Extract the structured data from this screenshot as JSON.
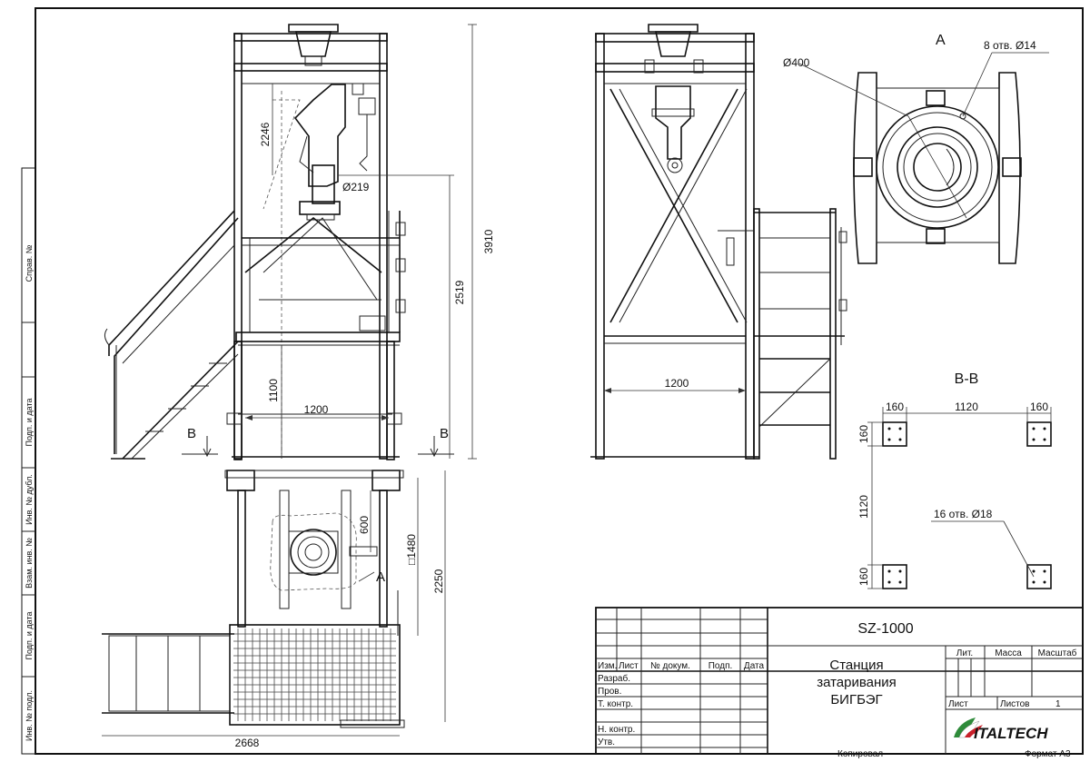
{
  "side_stamp": {
    "sprav": "Справ. №",
    "podp_data_1": "Подп. и дата",
    "inv_dubl": "Инв. № дубл.",
    "vzam_inv": "Взам. инв. №",
    "podp_data_2": "Подп. и дата",
    "inv_podl": "Инв. № подл."
  },
  "front_view": {
    "dim_height_total": "3910",
    "dim_height_upper": "2246",
    "dim_height_platform": "2519",
    "dim_height_lower": "1100",
    "dim_width": "1200",
    "dim_diameter": "Ø219",
    "section_mark_left": "B",
    "section_mark_right": "B"
  },
  "side_view": {
    "dim_width": "1200"
  },
  "detail_a": {
    "label": "A",
    "dim_diameter": "Ø400",
    "holes_note": "8 отв. Ø14"
  },
  "plan_view": {
    "dim_width": "2668",
    "dim_depth": "2250",
    "dim_square": "□1480",
    "dim_offset": "600",
    "detail_ref": "A"
  },
  "section_bb": {
    "title": "B-B",
    "dim_left": "160",
    "dim_middle": "1120",
    "dim_right": "160",
    "dim_v_top": "160",
    "dim_v_middle": "1120",
    "dim_v_bottom": "160",
    "holes_note": "16 отв. Ø18"
  },
  "title_block": {
    "drawing_code": "SZ-1000",
    "title_lines": [
      "Станция",
      "затаривания",
      "БИГБЭГ"
    ],
    "col_izm": "Изм.",
    "col_list": "Лист",
    "col_dokum": "№ докум.",
    "col_podp": "Подп.",
    "col_data": "Дата",
    "row_razrab": "Разраб.",
    "row_prov": "Пров.",
    "row_tkontr": "Т. контр.",
    "row_nkontr": "Н. контр.",
    "row_utv": "Утв.",
    "lit": "Лит.",
    "massa": "Масса",
    "masshtab": "Масштаб",
    "list": "Лист",
    "listov": "Листов",
    "listov_value": "1",
    "logo_text": "ITALTECH",
    "kopiroval": "Копировал",
    "format": "Формат А3"
  }
}
